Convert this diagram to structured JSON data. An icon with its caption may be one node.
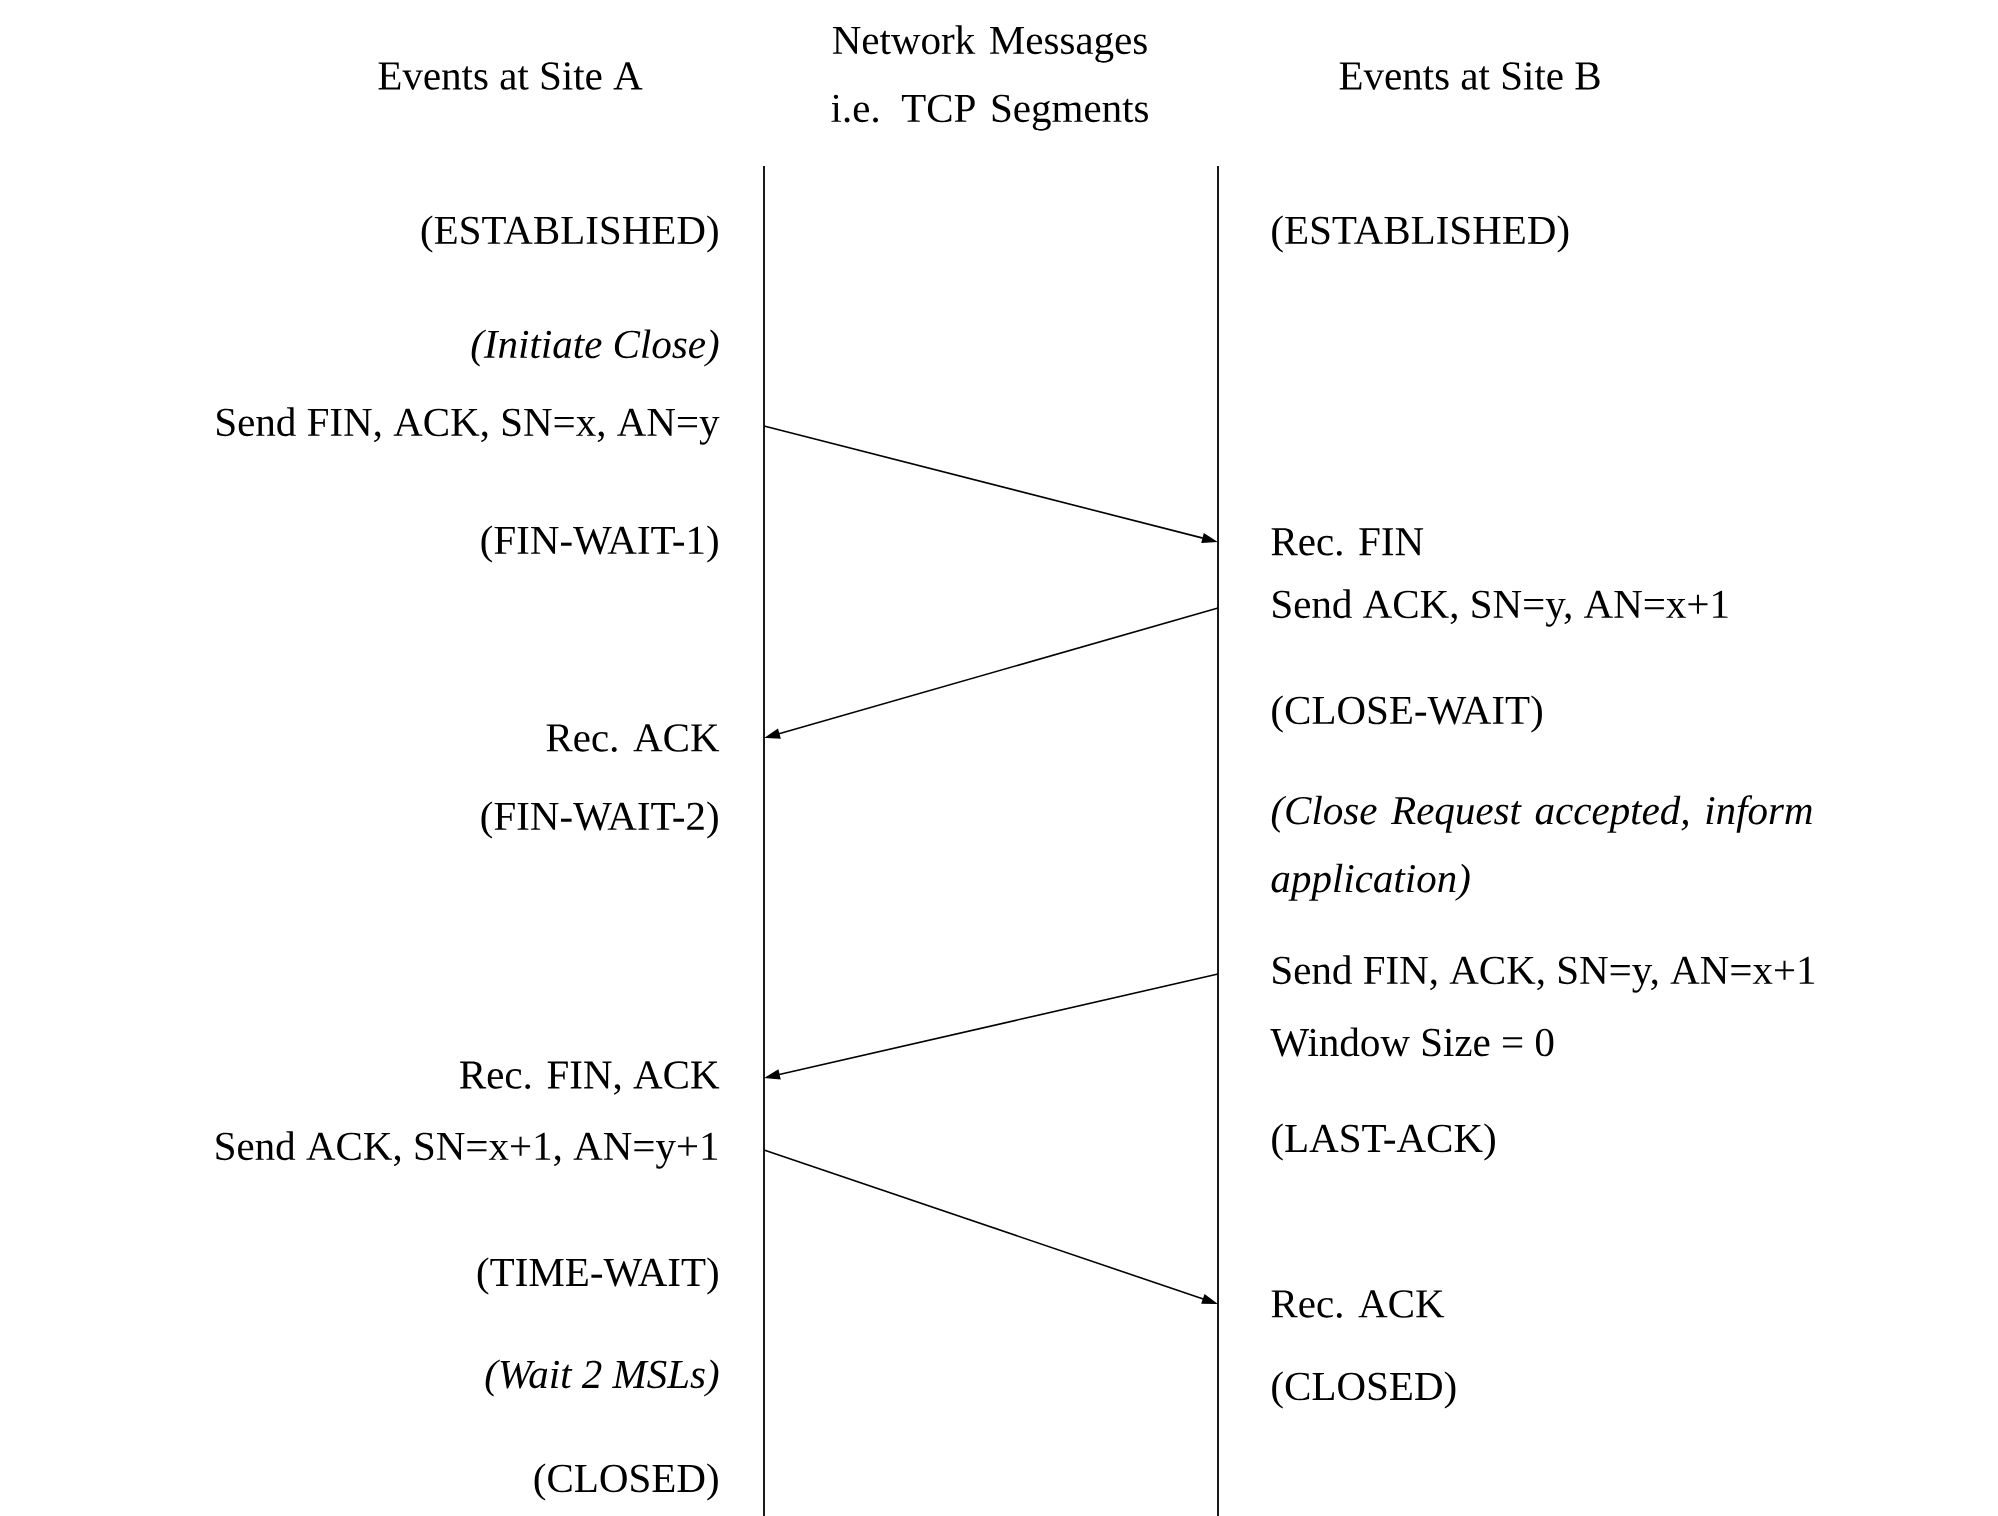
{
  "diagram": {
    "nodes": [
      {
        "text": [
          "Send FIN, ACK, SN=x, AN=y"
        ]
      },
      {
        "text": [
          "Rec. FIN"
        ]
      },
      {
        "text": [
          "Send ACK, SN=y, AN=x+1"
        ]
      },
      {
        "text": [
          "Rec. ACK"
        ]
      },
      {
        "text": [
          "Send FIN, ACK, SN=y, AN=x+1"
        ]
      },
      {
        "text": [
          "Rec. FIN, ACK"
        ]
      },
      {
        "text": [
          "Send ACK, SN=x+1, AN=y+1"
        ]
      },
      {
        "text": [
          "Rec. ACK"
        ]
      }
    ],
    "edges": [
      {
        "from": 0,
        "to": 1,
        "arrow": "to"
      },
      {
        "from": 2,
        "to": 3,
        "arrow": "to"
      },
      {
        "from": 4,
        "to": 5,
        "arrow": "to"
      },
      {
        "from": 6,
        "to": 7,
        "arrow": "to"
      }
    ],
    "labels": [
      "Events at Site A",
      "Network Messages i.e. TCP Segments",
      "Events at Site B",
      "(ESTABLISHED)",
      "(ESTABLISHED)",
      "(Initiate Close)",
      "(FIN-WAIT-1)",
      "(CLOSE-WAIT)",
      "(FIN-WAIT-2)",
      "(Close Request accepted, inform application)",
      "Window Size = 0",
      "(LAST-ACK)",
      "(TIME-WAIT)",
      "(Wait 2 MSLs)",
      "(CLOSED)",
      "(CLOSED)"
    ]
  }
}
